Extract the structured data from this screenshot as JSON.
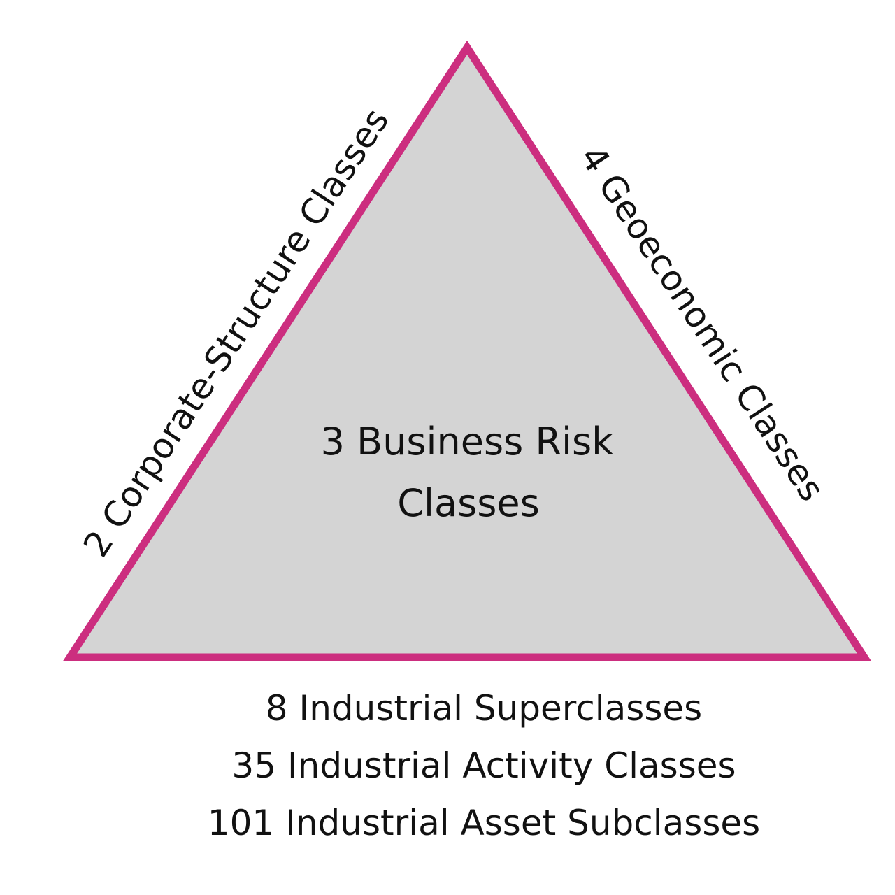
{
  "colors": {
    "triangle_fill": "#d4d4d4",
    "triangle_stroke": "#cc2e7f",
    "text": "#111111",
    "background": "#ffffff"
  },
  "labels": {
    "left_side": "2 Corporate-Structure Classes",
    "right_side": "4 Geoeconomic Classes",
    "center": [
      "3 Business Risk",
      "Classes"
    ],
    "bottom": [
      "8 Industrial Superclasses",
      "35 Industrial Activity Classes",
      "101 Industrial Asset Subclasses"
    ]
  }
}
